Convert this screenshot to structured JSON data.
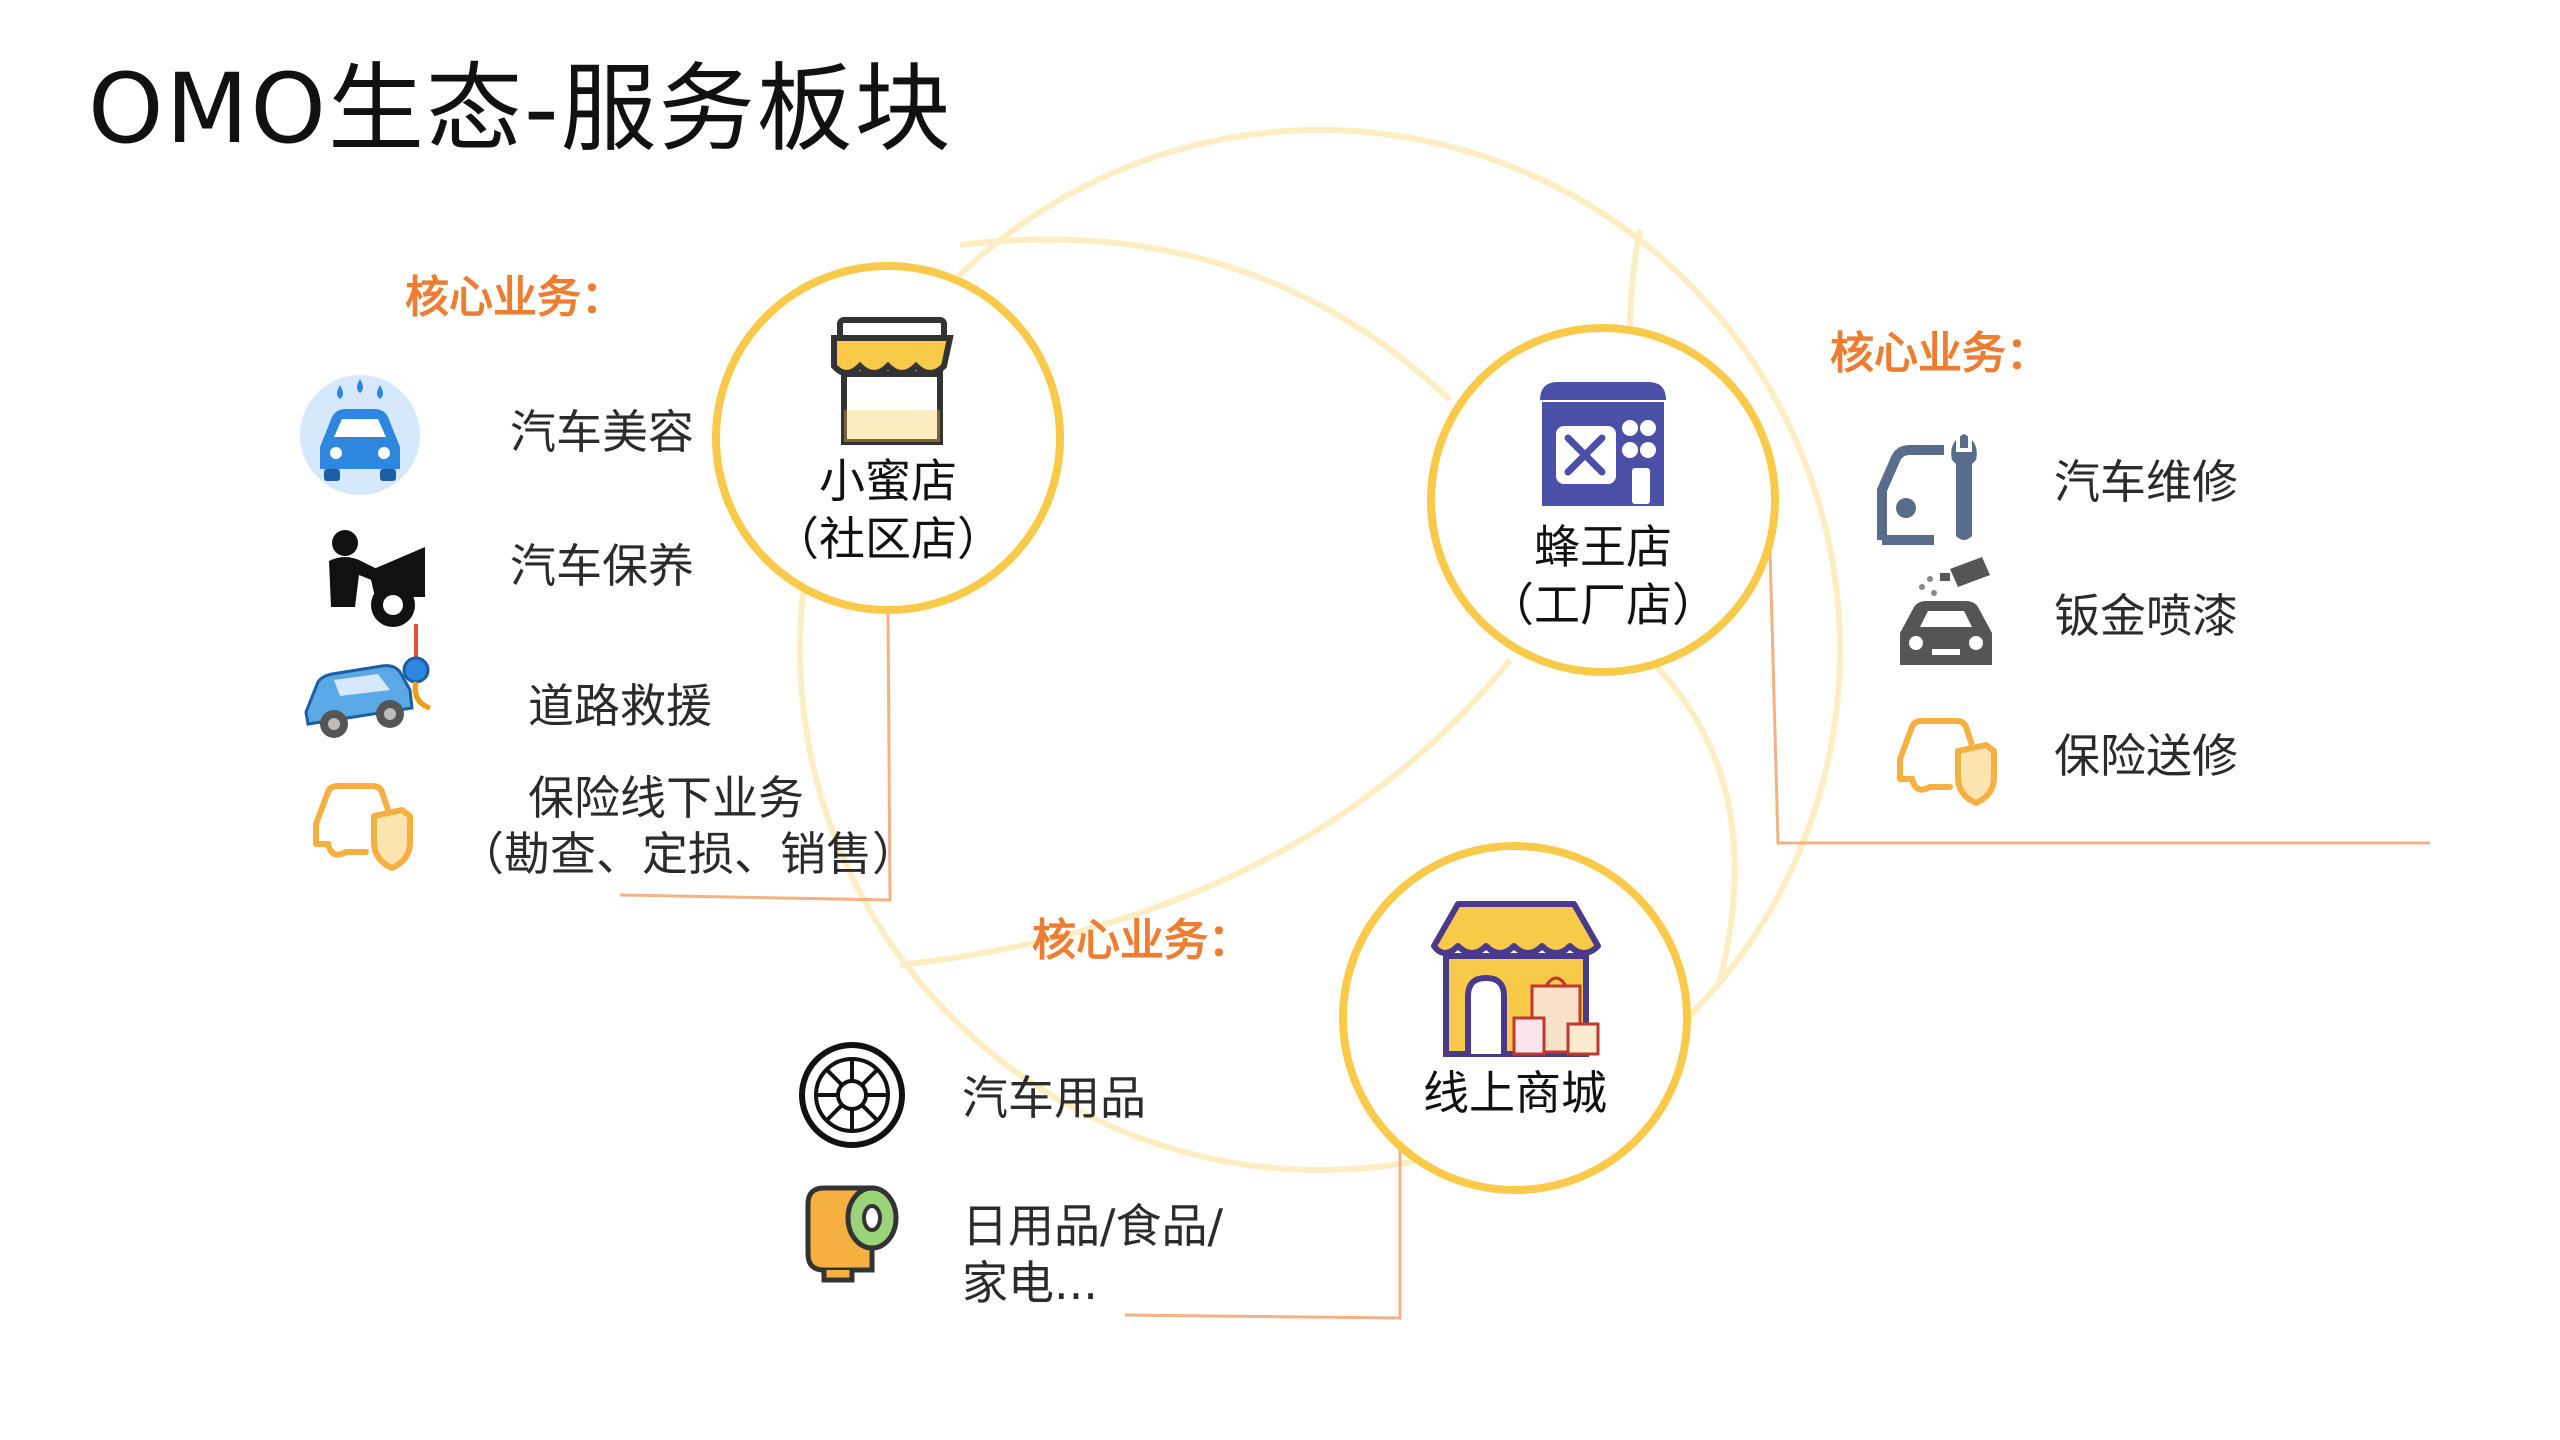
{
  "title": "OMO生态-服务板块",
  "hubs": {
    "community": {
      "name": "小蜜店",
      "sub": "（社区店）"
    },
    "factory": {
      "name": "蜂王店",
      "sub": "（工厂店）"
    },
    "online": {
      "name": "线上商城"
    }
  },
  "groups": {
    "community": {
      "heading": "核心业务：",
      "items": [
        {
          "label": "汽车美容",
          "icon": "car-wash-icon"
        },
        {
          "label": "汽车保养",
          "icon": "car-maintenance-icon"
        },
        {
          "label": "道路救援",
          "icon": "tow-truck-icon"
        },
        {
          "label": "保险线下业务",
          "label2": "（勘查、定损、销售）",
          "icon": "car-insurance-icon"
        }
      ]
    },
    "factory": {
      "heading": "核心业务：",
      "items": [
        {
          "label": "汽车维修",
          "icon": "car-repair-icon"
        },
        {
          "label": "钣金喷漆",
          "icon": "spray-paint-icon"
        },
        {
          "label": "保险送修",
          "icon": "car-insurance-icon"
        }
      ]
    },
    "online": {
      "heading": "核心业务：",
      "items": [
        {
          "label": "汽车用品",
          "icon": "tire-icon"
        },
        {
          "label": "日用品/食品/",
          "label2": "家电...",
          "icon": "toilet-paper-icon"
        }
      ]
    }
  },
  "colors": {
    "accent": "#f9c94a",
    "heading": "#ed7d31",
    "connector": "#f4b183",
    "ring": "#fde9b4",
    "icon_blue": "#2e86de",
    "icon_slate": "#5a6c8c",
    "icon_purple": "#4a4fa8"
  }
}
